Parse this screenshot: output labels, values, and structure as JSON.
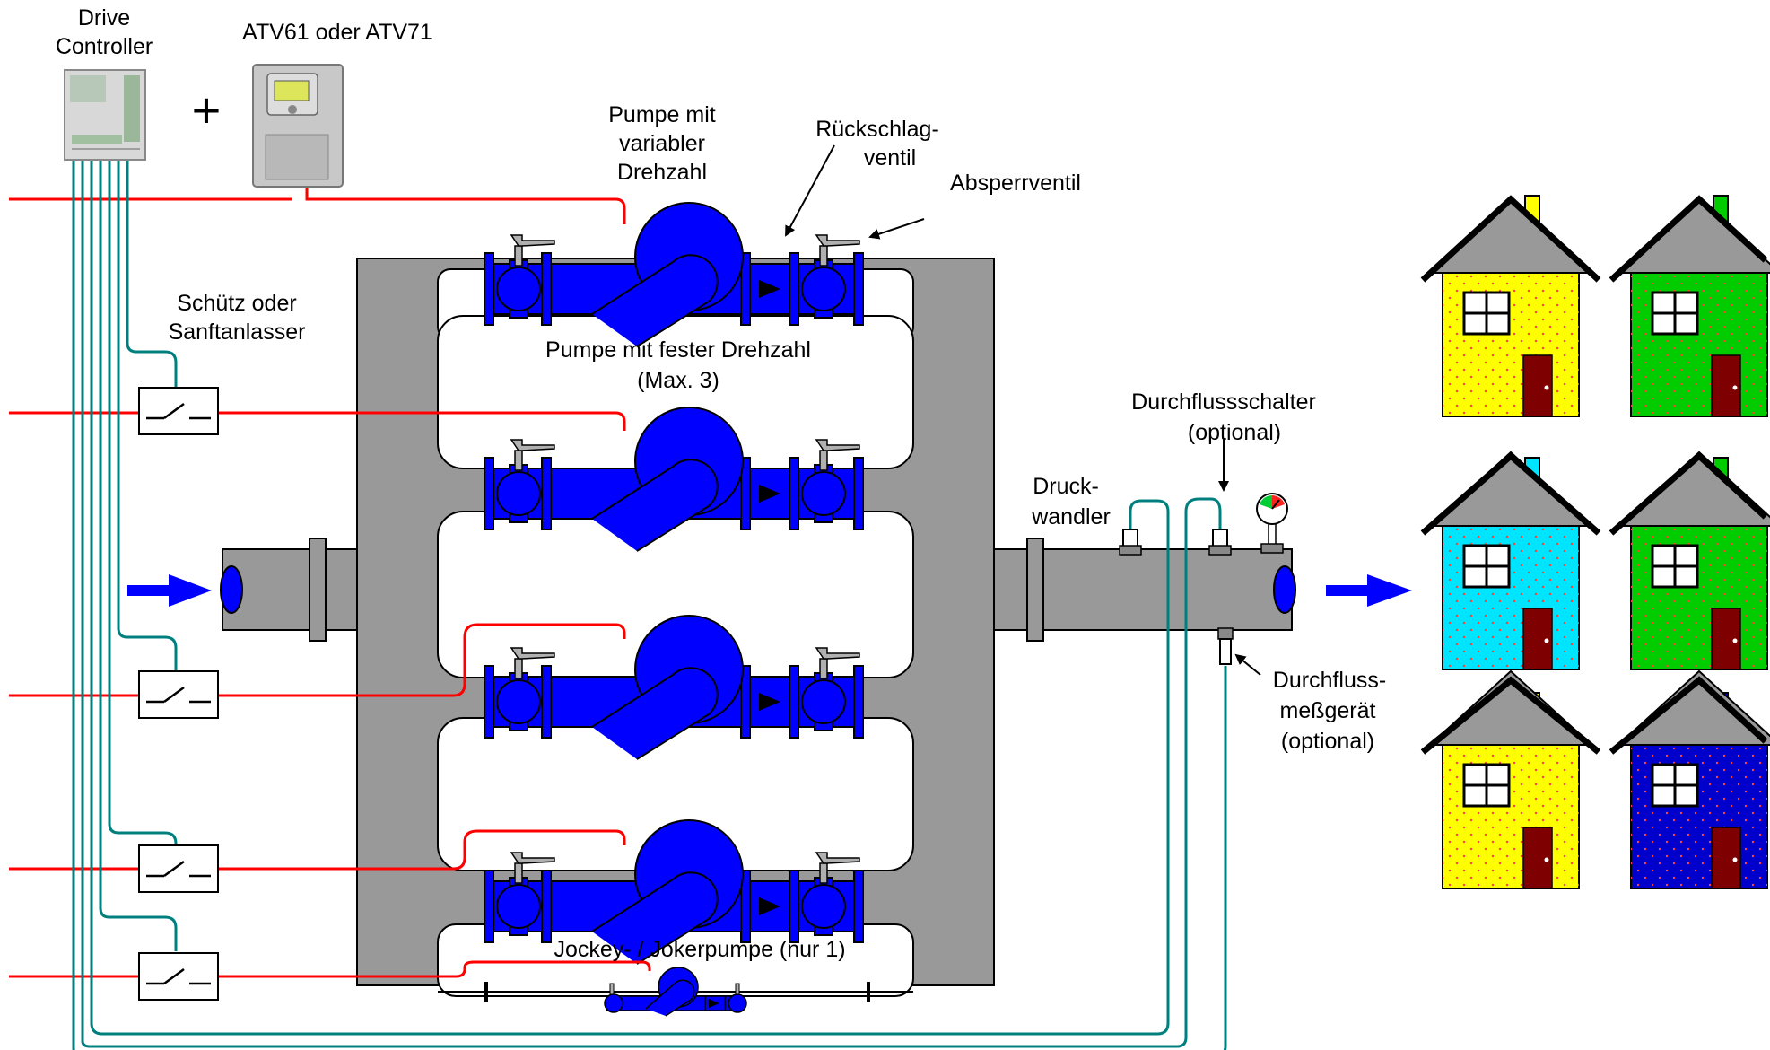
{
  "labels": {
    "drive_controller_1": "Drive",
    "drive_controller_2": "Controller",
    "atv": "ATV61 oder ATV71",
    "plus": "+",
    "var_pump_1": "Pumpe mit",
    "var_pump_2": "variabler",
    "var_pump_3": "Drehzahl",
    "check_valve_1": "Rückschlag-",
    "check_valve_2": "ventil",
    "shutoff_valve": "Absperrventil",
    "contactor_1": "Schütz oder",
    "contactor_2": "Sanftanlasser",
    "fixed_pump_1": "Pumpe mit fester Drehzahl",
    "fixed_pump_2": "(Max. 3)",
    "flow_switch_1": "Durchflussschalter",
    "flow_switch_2": "(optional)",
    "pressure_1": "Druck-",
    "pressure_2": "wandler",
    "flowmeter_1": "Durchfluss-",
    "flowmeter_2": "meßgerät",
    "flowmeter_3": "(optional)",
    "jockey": "Jockey- / Jokerpumpe (nur 1)"
  },
  "colors": {
    "power_line": "#ff0000",
    "control_line": "#007f7f",
    "pump": "#0000ff",
    "manifold": "#999999",
    "flow_arrow": "#0000ff",
    "house_yellow": "#ffff00",
    "house_green": "#00cc00",
    "house_cyan": "#00e5ff",
    "house_blue": "#0000cc",
    "roof": "#999999",
    "door": "#7f0000"
  },
  "houses": [
    {
      "color": "house_yellow",
      "chimney": "house_yellow"
    },
    {
      "color": "house_green",
      "chimney": "house_green"
    },
    {
      "color": "house_cyan",
      "chimney": "house_cyan"
    },
    {
      "color": "house_green",
      "chimney": "house_green"
    },
    {
      "color": "house_yellow",
      "chimney": "house_yellow"
    },
    {
      "color": "house_blue",
      "chimney": "house_blue"
    }
  ]
}
